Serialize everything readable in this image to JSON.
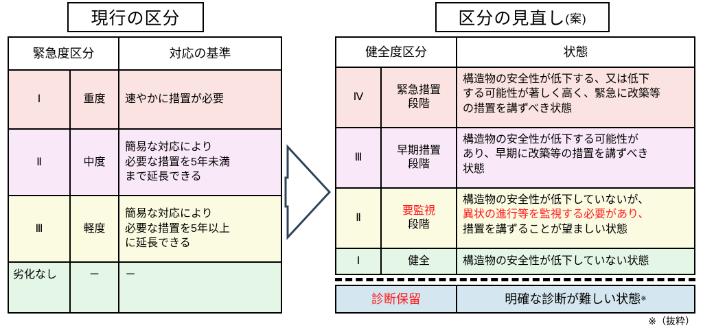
{
  "left_panel": {
    "title": "現行の区分",
    "headers": [
      "緊急度区分",
      "対応の基準"
    ],
    "rows": [
      {
        "rank": "Ⅰ",
        "degree": "重度",
        "criteria": [
          "速やかに措置が必要"
        ],
        "fill": "#fae3e0"
      },
      {
        "rank": "Ⅱ",
        "degree": "中度",
        "criteria": [
          "簡易な対応により",
          "必要な措置を5年未満",
          "まで延長できる"
        ],
        "fill": "#f9e9f8"
      },
      {
        "rank": "Ⅲ",
        "degree": "軽度",
        "criteria": [
          "簡易な対応により",
          "必要な措置を5年以上",
          "に延長できる"
        ],
        "fill": "#fbfbe2"
      },
      {
        "rank": "劣化なし",
        "degree": "－",
        "criteria": [
          "－"
        ],
        "fill": "#e4f7e6"
      }
    ]
  },
  "arrow": {
    "name": "rightward-block-arrow",
    "stroke": "#2e4558"
  },
  "right_panel": {
    "title_main": "区分の見直し",
    "title_sub": "(案)",
    "headers": [
      "健全度区分",
      "状態"
    ],
    "rows": [
      {
        "rank": "Ⅳ",
        "stage_line1": "緊急措置",
        "stage_line2": "段階",
        "stage_line1_red": false,
        "state_lines": [
          {
            "text": "構造物の安全性が低下する、又は低下",
            "red": false
          },
          {
            "text": "する可能性が著しく高く、緊急に改築等",
            "red": false
          },
          {
            "text": "の措置を講ずべき状態",
            "red": false
          }
        ],
        "fill": "#fae3e0"
      },
      {
        "rank": "Ⅲ",
        "stage_line1": "早期措置",
        "stage_line2": "段階",
        "stage_line1_red": false,
        "state_lines": [
          {
            "text": "構造物の安全性が低下する可能性が",
            "red": false
          },
          {
            "text": "あり、早期に改築等の措置を講ずべき",
            "red": false
          },
          {
            "text": "状態",
            "red": false
          }
        ],
        "fill": "#f9e9f8"
      },
      {
        "rank": "Ⅱ",
        "stage_line1": "要監視",
        "stage_line2": "段階",
        "stage_line1_red": true,
        "state_lines": [
          {
            "text": "構造物の安全性が低下していないが、",
            "red": false
          },
          {
            "text": "異状の進行等を監視する必要があり、",
            "red": true
          },
          {
            "text": "措置を講ずることが望ましい状態",
            "red": false
          }
        ],
        "fill": "#fbfbe2"
      },
      {
        "rank": "Ⅰ",
        "stage_line1": "健全",
        "stage_line2": "",
        "stage_line1_red": false,
        "state_lines": [
          {
            "text": "構造物の安全性が低下していない状態",
            "red": false
          }
        ],
        "fill": "#e4f7e6"
      }
    ],
    "pending_row": {
      "label": "診断保留",
      "label_red": true,
      "state": "明確な診断が難しい状態",
      "state_mark": "※",
      "fill": "#d4e6ef"
    }
  },
  "footnote": "※（抜粋）",
  "colors": {
    "red_accent": "#ff1a1a",
    "border": "#000000",
    "arrow_stroke": "#2e4558"
  }
}
